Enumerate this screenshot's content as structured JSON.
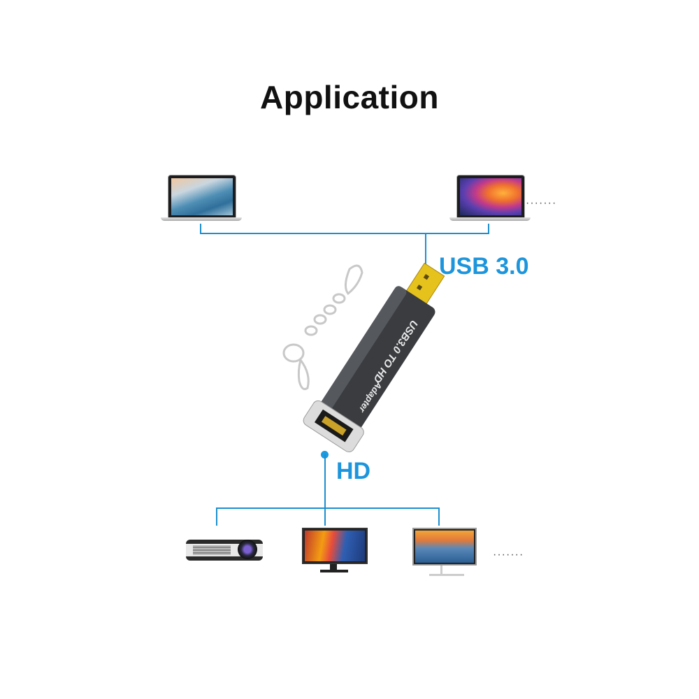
{
  "title": "Application",
  "labels": {
    "usb": "USB 3.0",
    "hd": "HD"
  },
  "sources": [
    {
      "name": "laptop-1",
      "type": "laptop"
    },
    {
      "name": "laptop-2",
      "type": "laptop"
    },
    {
      "more": "·······"
    }
  ],
  "adapter": {
    "text_line1": "USB3.0 TO HD",
    "text_line2": "Adapter",
    "connector_in": "USB 3.0 male (gold)",
    "connector_out": "HD female"
  },
  "displays": [
    {
      "name": "projector",
      "type": "projector"
    },
    {
      "name": "monitor-1",
      "type": "monitor"
    },
    {
      "name": "monitor-2",
      "type": "monitor"
    },
    {
      "more": "·······"
    }
  ],
  "colors": {
    "accent": "#1c95dc",
    "line": "#1b8fcf",
    "title": "#111111",
    "adapter_body": "#3a3c40",
    "usb_plug": "#e6c21c"
  }
}
